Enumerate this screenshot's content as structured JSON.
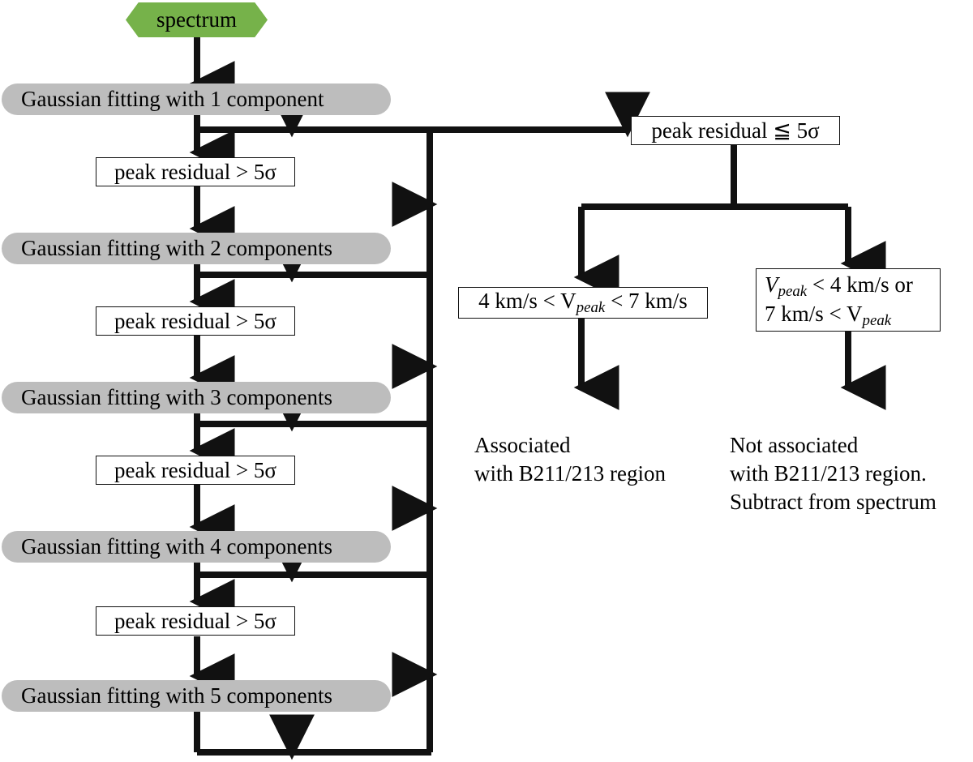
{
  "diagram": {
    "title": "Gaussian decomposition decision flowchart",
    "colors": {
      "start_fill": "#76b24a",
      "process_fill": "#bdbdbd",
      "decision_fill": "#ffffff",
      "stroke": "#111111",
      "background": "#ffffff"
    },
    "start": {
      "label": "spectrum"
    },
    "process_steps": [
      {
        "id": "fit1",
        "label": "Gaussian fitting with 1 component"
      },
      {
        "id": "fit2",
        "label": "Gaussian fitting with 2 components"
      },
      {
        "id": "fit3",
        "label": "Gaussian fitting with 3 components"
      },
      {
        "id": "fit4",
        "label": "Gaussian fitting with 4 components"
      },
      {
        "id": "fit5",
        "label": "Gaussian fitting with 5 components"
      }
    ],
    "residual_fail_label": "peak residual > 5σ",
    "residual_fail_boxes": [
      {
        "id": "res1",
        "label": "peak residual > 5σ"
      },
      {
        "id": "res2",
        "label": "peak residual > 5σ"
      },
      {
        "id": "res3",
        "label": "peak residual > 5σ"
      },
      {
        "id": "res4",
        "label": "peak residual > 5σ"
      }
    ],
    "residual_pass": {
      "id": "res_pass",
      "label": "peak residual ≦ 5σ"
    },
    "velocity_branches": [
      {
        "id": "v_inside",
        "line1": "4 km/s < V",
        "sub1": "peak",
        "line1b": " < 7 km/s",
        "plain": "4 km/s < Vpeak < 7 km/s"
      },
      {
        "id": "v_outside",
        "row1_pre": "V",
        "row1_sub": "peak",
        "row1_post": " < 4 km/s or",
        "row2_pre": "7 km/s < V",
        "row2_sub": "peak",
        "plain": "Vpeak < 4 km/s or 7 km/s < Vpeak"
      }
    ],
    "outcomes": [
      {
        "id": "assoc",
        "text": "Associated\nwith B211/213 region"
      },
      {
        "id": "not_assoc",
        "text": "Not associated\nwith B211/213 region.\nSubtract from spectrum"
      }
    ]
  }
}
